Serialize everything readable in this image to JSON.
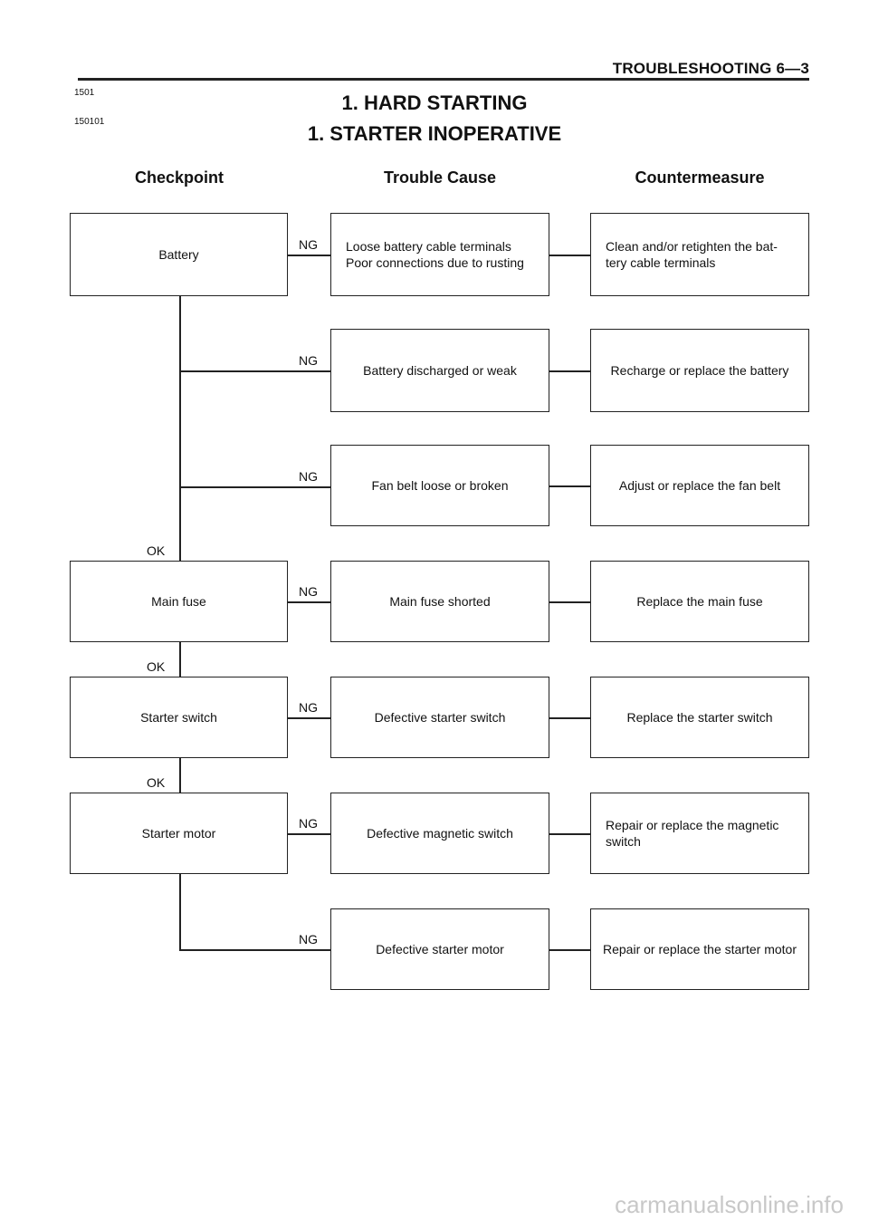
{
  "header": {
    "title": "TROUBLESHOOTING 6—3",
    "code1": "1501",
    "code2": "150101"
  },
  "titles": {
    "main": "1.  HARD STARTING",
    "sub": "1.  STARTER INOPERATIVE"
  },
  "columns": {
    "checkpoint": "Checkpoint",
    "cause": "Trouble Cause",
    "countermeasure": "Countermeasure"
  },
  "checkpoints": [
    "Battery",
    "Main fuse",
    "Starter switch",
    "Starter motor"
  ],
  "rows": [
    {
      "cause_line1": "Loose battery cable terminals",
      "cause_line2": "Poor connections due to rusting",
      "fix_line1": "Clean and/or retighten the bat-",
      "fix_line2": "tery cable terminals"
    },
    {
      "cause_line1": "Battery discharged or weak",
      "cause_line2": "",
      "fix_line1": "Recharge or replace the battery",
      "fix_line2": ""
    },
    {
      "cause_line1": "Fan belt loose or broken",
      "cause_line2": "",
      "fix_line1": "Adjust or replace the fan belt",
      "fix_line2": ""
    },
    {
      "cause_line1": "Main fuse shorted",
      "cause_line2": "",
      "fix_line1": "Replace the main fuse",
      "fix_line2": ""
    },
    {
      "cause_line1": "Defective starter switch",
      "cause_line2": "",
      "fix_line1": "Replace the starter switch",
      "fix_line2": ""
    },
    {
      "cause_line1": "Defective magnetic switch",
      "cause_line2": "",
      "fix_line1": "Repair or replace the magnetic",
      "fix_line2": "switch"
    },
    {
      "cause_line1": "Defective starter motor",
      "cause_line2": "",
      "fix_line1": "Repair or replace the starter motor",
      "fix_line2": ""
    }
  ],
  "labels": {
    "ng": "NG",
    "ok": "OK"
  },
  "watermark": "carmanualsonline.info"
}
